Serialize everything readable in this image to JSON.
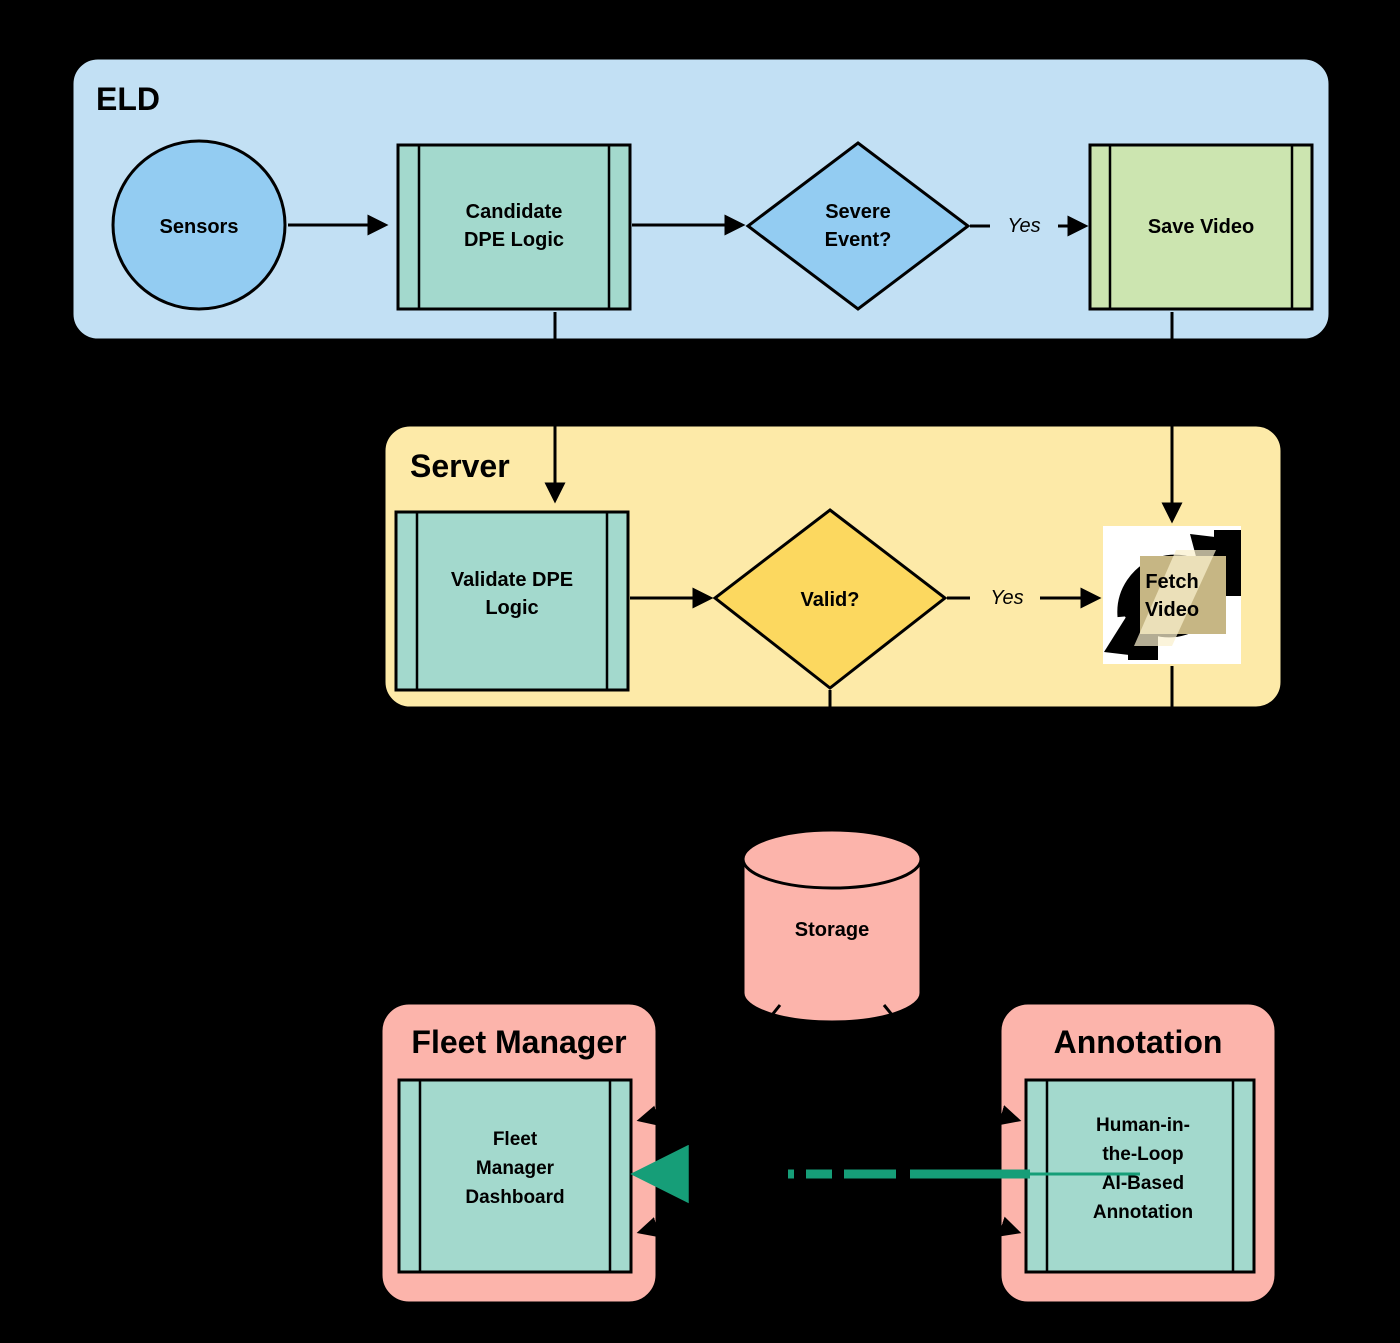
{
  "diagram": {
    "title": "ELD to Server to Fleet Manager / Annotation data flow",
    "background_color": "#000000"
  },
  "lanes": [
    {
      "id": "eld",
      "title": "ELD",
      "fill": "#c2e0f4",
      "stroke": "#000000"
    },
    {
      "id": "server",
      "title": "Server",
      "fill": "#fdeaa8",
      "stroke": "#000000"
    },
    {
      "id": "fleet_manager",
      "title": "Fleet Manager",
      "fill": "#fcb4ab",
      "stroke": "#000000"
    },
    {
      "id": "annotation",
      "title": "Annotation",
      "fill": "#fcb4ab",
      "stroke": "#000000"
    }
  ],
  "nodes": {
    "sensors": {
      "label": "Sensors",
      "shape": "ellipse",
      "fill": "#93ccf2"
    },
    "candidate_dpe": {
      "label_line1": "Candidate",
      "label_line2": "DPE Logic",
      "shape": "process",
      "fill": "#a3d9cd"
    },
    "severe_event": {
      "label_line1": "Severe",
      "label_line2": "Event?",
      "shape": "diamond",
      "fill": "#93ccf2"
    },
    "save_video": {
      "label": "Save Video",
      "shape": "process",
      "fill": "#cce5b0"
    },
    "validate_dpe": {
      "label_line1": "Validate DPE",
      "label_line2": "Logic",
      "shape": "process",
      "fill": "#a3d9cd"
    },
    "valid": {
      "label": "Valid?",
      "shape": "diamond",
      "fill": "#fcd85f"
    },
    "fetch_video": {
      "label_line1": "Fetch",
      "label_line2": "Video",
      "shape": "refresh-icon",
      "fill": "#ffffff",
      "overlay_fill": "#c6b684"
    },
    "storage": {
      "label": "Storage",
      "shape": "cylinder",
      "fill": "#fcb4ab"
    },
    "fleet_dashboard": {
      "label_line1": "Fleet",
      "label_line2": "Manager",
      "label_line3": "Dashboard",
      "shape": "process",
      "fill": "#a3d9cd"
    },
    "hitl_annotation": {
      "label_line1": "Human-in-",
      "label_line2": "the-Loop",
      "label_line3": "AI-Based",
      "label_line4": "Annotation",
      "shape": "process",
      "fill": "#a3d9cd"
    }
  },
  "edges": [
    {
      "id": "sensors-to-candidate",
      "from": "sensors",
      "to": "candidate_dpe",
      "label": "",
      "color": "#000000"
    },
    {
      "id": "candidate-to-severe",
      "from": "candidate_dpe",
      "to": "severe_event",
      "label": "",
      "color": "#000000"
    },
    {
      "id": "severe-yes-to-save",
      "from": "severe_event",
      "to": "save_video",
      "label": "Yes",
      "color": "#000000"
    },
    {
      "id": "candidate-to-validate",
      "from": "candidate_dpe",
      "to": "validate_dpe",
      "label": "",
      "color": "#000000"
    },
    {
      "id": "save-to-fetch",
      "from": "save_video",
      "to": "fetch_video",
      "label": "",
      "color": "#000000"
    },
    {
      "id": "validate-to-valid",
      "from": "validate_dpe",
      "to": "valid",
      "label": "",
      "color": "#000000"
    },
    {
      "id": "valid-yes-to-fetch",
      "from": "valid",
      "to": "fetch_video",
      "label": "Yes",
      "color": "#000000"
    },
    {
      "id": "valid-to-storage",
      "from": "valid",
      "to": "storage",
      "label": "",
      "color": "#000000"
    },
    {
      "id": "fetch-to-storage",
      "from": "fetch_video",
      "to": "storage",
      "label": "",
      "color": "#000000"
    },
    {
      "id": "storage-to-fleet",
      "from": "storage",
      "to": "fleet_dashboard",
      "label": "",
      "color": "#000000"
    },
    {
      "id": "storage-to-annotation",
      "from": "storage",
      "to": "hitl_annotation",
      "label": "",
      "color": "#000000"
    },
    {
      "id": "fleet-to-storage",
      "from": "fleet_dashboard",
      "to": "storage",
      "label": "",
      "color": "#000000"
    },
    {
      "id": "annotation-to-storage",
      "from": "hitl_annotation",
      "to": "storage",
      "label": "",
      "color": "#000000"
    },
    {
      "id": "annotation-to-fleet",
      "from": "hitl_annotation",
      "to": "fleet_dashboard",
      "label": "",
      "color": "#169e78",
      "style": "dashed"
    }
  ],
  "colors": {
    "accent_teal_arrow": "#169e78",
    "process_fill": "#a3d9cd",
    "eld_lane": "#c2e0f4",
    "server_lane": "#fdeaa8",
    "pink_lane": "#fcb4ab",
    "green_node": "#cce5b0",
    "blue_node": "#93ccf2",
    "yellow_node": "#fcd85f",
    "outline": "#000000",
    "background": "#000000"
  }
}
